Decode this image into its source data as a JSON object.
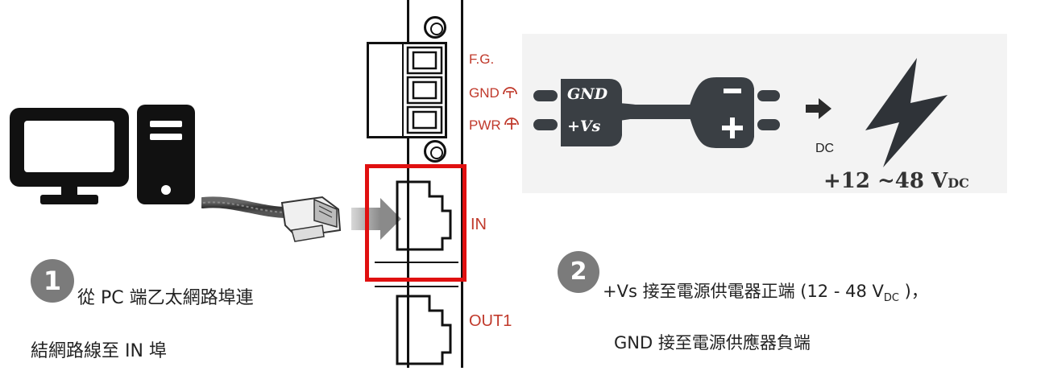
{
  "terminals": {
    "fg": "F.G.",
    "gnd": "GND",
    "pwr": "PWR"
  },
  "ports": {
    "in": "IN",
    "out1": "OUT1"
  },
  "cable": {
    "gnd": "GND",
    "vs": "+Vs",
    "minus": "–",
    "plus": "+"
  },
  "power": {
    "dc_label": "DC",
    "voltage_main": "+12 ~48 V",
    "voltage_sub": "DC"
  },
  "step1": {
    "number": "1",
    "line1": "從 PC 端乙太網路埠連",
    "line2": "結網路線至 IN 埠"
  },
  "step2": {
    "number": "2",
    "line1_a": "+Vs 接至電源供電器正端  (12 - 48 V",
    "line1_sub": "DC",
    "line1_b": " )，",
    "line2": "GND 接至電源供應器負端"
  },
  "colors": {
    "accent_red": "#e01010",
    "label_red": "#c0392b",
    "dark": "#111111",
    "cable_gray": "#3a3f44",
    "badge_gray": "#7b7b7b"
  }
}
